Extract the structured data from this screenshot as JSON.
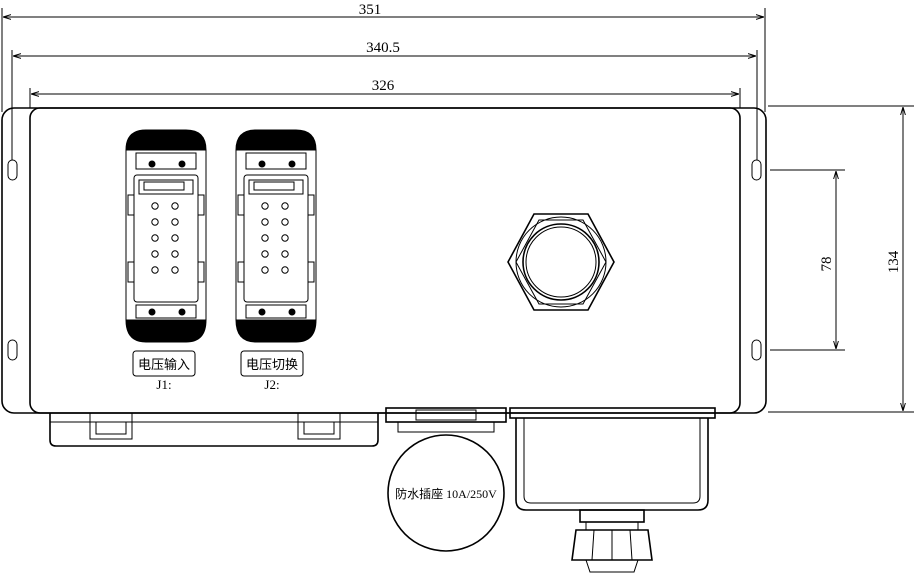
{
  "dimensions": {
    "overall_width": "351",
    "mount_hole_spacing": "340.5",
    "panel_width": "326",
    "vertical_hole_spacing": "78",
    "overall_height": "134"
  },
  "connectors": [
    {
      "label": "电压输入",
      "id": "J1:"
    },
    {
      "label": "电压切换",
      "id": "J2:"
    }
  ],
  "socket": {
    "label": "防水插座 10A/250V"
  }
}
